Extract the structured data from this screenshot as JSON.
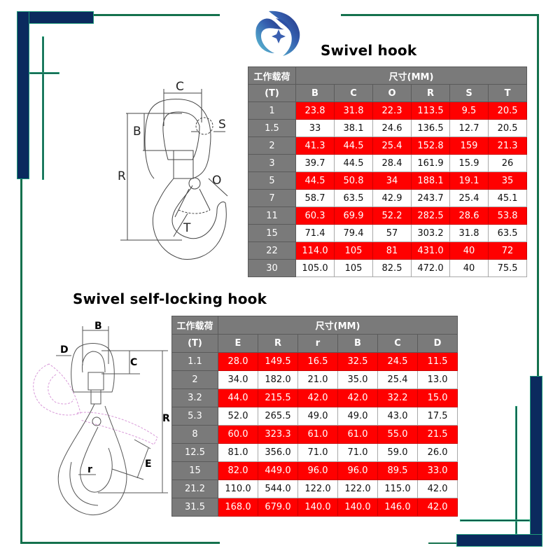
{
  "logo": {
    "icon": "swirl-star-logo-icon"
  },
  "section1": {
    "title": "Swivel hook",
    "diagram_labels": {
      "C": "C",
      "B": "B",
      "S": "S",
      "R": "R",
      "O": "O",
      "T": "T"
    },
    "table": {
      "header_load": "工作载荷",
      "header_dims": "尺寸(MM)",
      "unit": "(T)",
      "columns": [
        "B",
        "C",
        "O",
        "R",
        "S",
        "T"
      ],
      "rows": [
        {
          "load": "1",
          "values": [
            "23.8",
            "31.8",
            "22.3",
            "113.5",
            "9.5",
            "20.5"
          ]
        },
        {
          "load": "1.5",
          "values": [
            "33",
            "38.1",
            "24.6",
            "136.5",
            "12.7",
            "20.5"
          ]
        },
        {
          "load": "2",
          "values": [
            "41.3",
            "44.5",
            "25.4",
            "152.8",
            "159",
            "21.3"
          ]
        },
        {
          "load": "3",
          "values": [
            "39.7",
            "44.5",
            "28.4",
            "161.9",
            "15.9",
            "26"
          ]
        },
        {
          "load": "5",
          "values": [
            "44.5",
            "50.8",
            "34",
            "188.1",
            "19.1",
            "35"
          ]
        },
        {
          "load": "7",
          "values": [
            "58.7",
            "63.5",
            "42.9",
            "243.7",
            "25.4",
            "45.1"
          ]
        },
        {
          "load": "11",
          "values": [
            "60.3",
            "69.9",
            "52.2",
            "282.5",
            "28.6",
            "53.8"
          ]
        },
        {
          "load": "15",
          "values": [
            "71.4",
            "79.4",
            "57",
            "303.2",
            "31.8",
            "63.5"
          ]
        },
        {
          "load": "22",
          "values": [
            "114.0",
            "105",
            "81",
            "431.0",
            "40",
            "72"
          ]
        },
        {
          "load": "30",
          "values": [
            "105.0",
            "105",
            "82.5",
            "472.0",
            "40",
            "75.5"
          ]
        }
      ]
    }
  },
  "section2": {
    "title": "Swivel self-locking hook",
    "diagram_labels": {
      "B": "B",
      "D": "D",
      "C": "C",
      "R": "R",
      "E": "E",
      "r": "r"
    },
    "table": {
      "header_load": "工作载荷",
      "header_dims": "尺寸(MM)",
      "unit": "(T)",
      "columns": [
        "E",
        "R",
        "r",
        "B",
        "C",
        "D"
      ],
      "rows": [
        {
          "load": "1.1",
          "values": [
            "28.0",
            "149.5",
            "16.5",
            "32.5",
            "24.5",
            "11.5"
          ]
        },
        {
          "load": "2",
          "values": [
            "34.0",
            "182.0",
            "21.0",
            "35.0",
            "25.4",
            "13.0"
          ]
        },
        {
          "load": "3.2",
          "values": [
            "44.0",
            "215.5",
            "42.0",
            "42.0",
            "32.2",
            "15.0"
          ]
        },
        {
          "load": "5.3",
          "values": [
            "52.0",
            "265.5",
            "49.0",
            "49.0",
            "43.0",
            "17.5"
          ]
        },
        {
          "load": "8",
          "values": [
            "60.0",
            "323.3",
            "61.0",
            "61.0",
            "55.0",
            "21.5"
          ]
        },
        {
          "load": "12.5",
          "values": [
            "81.0",
            "356.0",
            "71.0",
            "71.0",
            "59.0",
            "26.0"
          ]
        },
        {
          "load": "15",
          "values": [
            "82.0",
            "449.0",
            "96.0",
            "96.0",
            "89.5",
            "33.0"
          ]
        },
        {
          "load": "21.2",
          "values": [
            "110.0",
            "544.0",
            "122.0",
            "122.0",
            "115.0",
            "42.0"
          ]
        },
        {
          "load": "31.5",
          "values": [
            "168.0",
            "679.0",
            "140.0",
            "140.0",
            "146.0",
            "42.0"
          ]
        }
      ]
    }
  },
  "colors": {
    "highlight_row": "#ff0000",
    "header_bg": "#7a7a7a",
    "frame_navy": "#0b2a5e",
    "frame_green": "#14714d"
  }
}
